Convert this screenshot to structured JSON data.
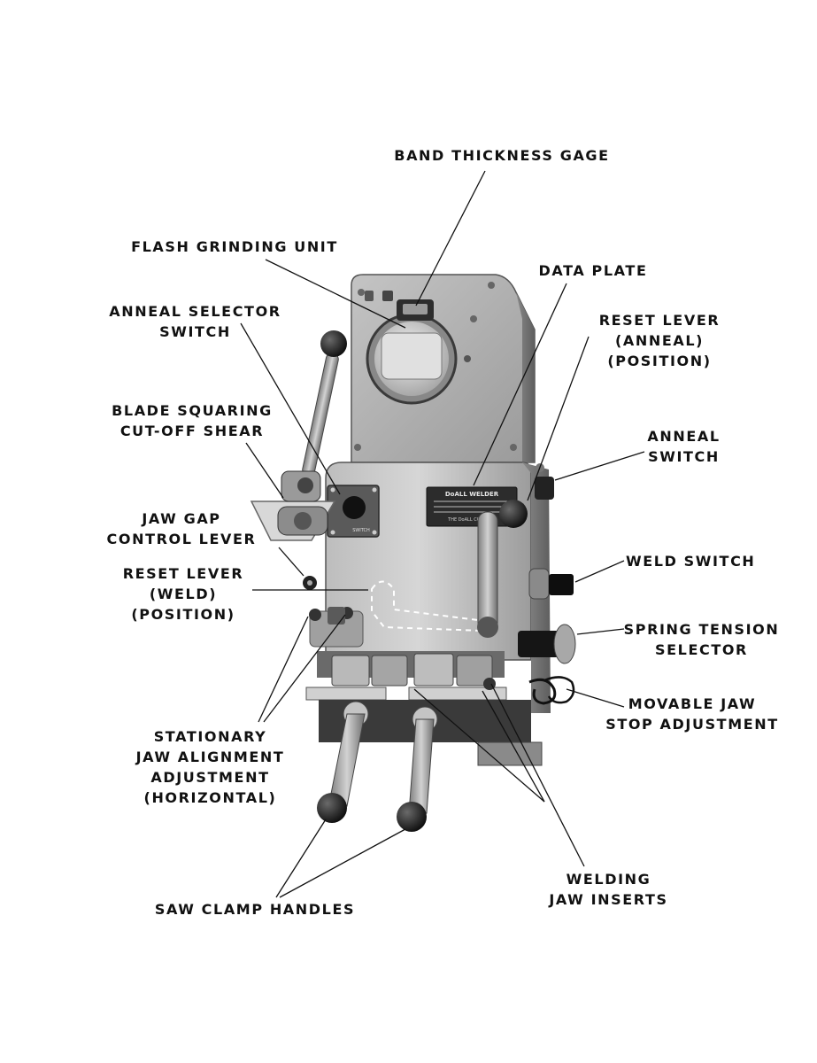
{
  "labels": {
    "band_thickness_gage": [
      "BAND THICKNESS GAGE"
    ],
    "flash_grinding_unit": [
      "FLASH GRINDING UNIT"
    ],
    "data_plate": [
      "DATA PLATE"
    ],
    "anneal_selector_switch": [
      "ANNEAL SELECTOR",
      "SWITCH"
    ],
    "reset_lever_anneal": [
      "RESET LEVER",
      "(ANNEAL)",
      "(POSITION)"
    ],
    "blade_squaring_cutoff_shear": [
      "BLADE SQUARING",
      "CUT-OFF SHEAR"
    ],
    "anneal_switch": [
      "ANNEAL",
      "SWITCH"
    ],
    "jaw_gap_control_lever": [
      "JAW GAP",
      "CONTROL LEVER"
    ],
    "weld_switch": [
      "WELD SWITCH"
    ],
    "reset_lever_weld": [
      "RESET LEVER",
      "(WELD)",
      "(POSITION)"
    ],
    "spring_tension_selector": [
      "SPRING TENSION",
      "SELECTOR"
    ],
    "movable_jaw_stop_adjustment": [
      "MOVABLE JAW",
      "STOP ADJUSTMENT"
    ],
    "stationary_jaw_alignment_adjustment": [
      "STATIONARY",
      "JAW ALIGNMENT",
      "ADJUSTMENT",
      "(HORIZONTAL)"
    ],
    "welding_jaw_inserts": [
      "WELDING",
      "JAW INSERTS"
    ],
    "saw_clamp_handles": [
      "SAW CLAMP HANDLES"
    ]
  },
  "data_plate_text": {
    "brand": "DoALL WELDER",
    "company": "THE DoALL COMPANY"
  },
  "switch_panel_text": "SWITCH"
}
